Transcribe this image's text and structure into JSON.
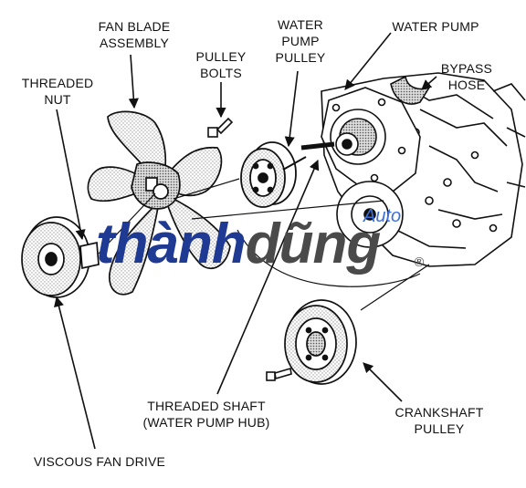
{
  "labels": {
    "fan_blade_assembly": [
      "FAN BLADE",
      "ASSEMBLY"
    ],
    "threaded_nut": [
      "THREADED",
      "NUT"
    ],
    "pulley_bolts": [
      "PULLEY",
      "BOLTS"
    ],
    "water_pump_pulley": [
      "WATER",
      "PUMP",
      "PULLEY"
    ],
    "water_pump": "WATER PUMP",
    "bypass_hose": [
      "BYPASS",
      "HOSE"
    ],
    "threaded_shaft": [
      "THREADED SHAFT",
      "(WATER PUMP HUB)"
    ],
    "crankshaft_pulley": [
      "CRANKSHAFT",
      "PULLEY"
    ],
    "viscous_fan_drive": "VISCOUS FAN DRIVE"
  },
  "watermark": {
    "brand_part1": "thành",
    "brand_part2": "dũng",
    "suffix": "Auto",
    "registered": "®"
  },
  "colors": {
    "line": "#111111",
    "stipple": "#bfbfbf",
    "watermark_blue": "#1f3a93",
    "watermark_gray": "#4a4a4a",
    "watermark_auto": "#3d6fd6"
  }
}
